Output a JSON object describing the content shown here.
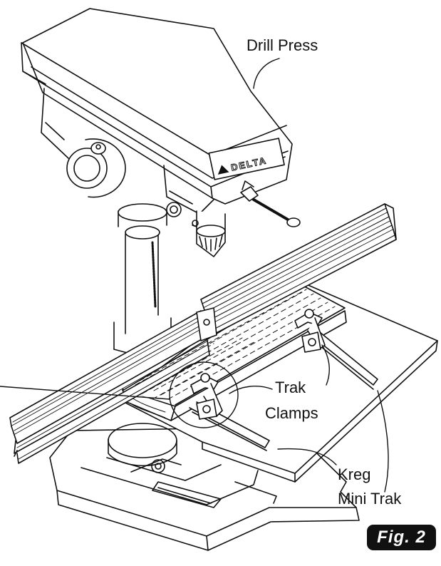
{
  "callouts": {
    "drill_press": "Drill Press",
    "trak_clamps_line1": "Trak",
    "trak_clamps_line2": "Clamps",
    "kreg_mini_trak_line1": "Kreg",
    "kreg_mini_trak_line2": "Mini Trak"
  },
  "brand_logo_text": "DELTA",
  "figure_label": "Fig. 2",
  "colors": {
    "line": "#111111",
    "background": "#ffffff",
    "badge": "#111111",
    "badge_text": "#ffffff"
  }
}
